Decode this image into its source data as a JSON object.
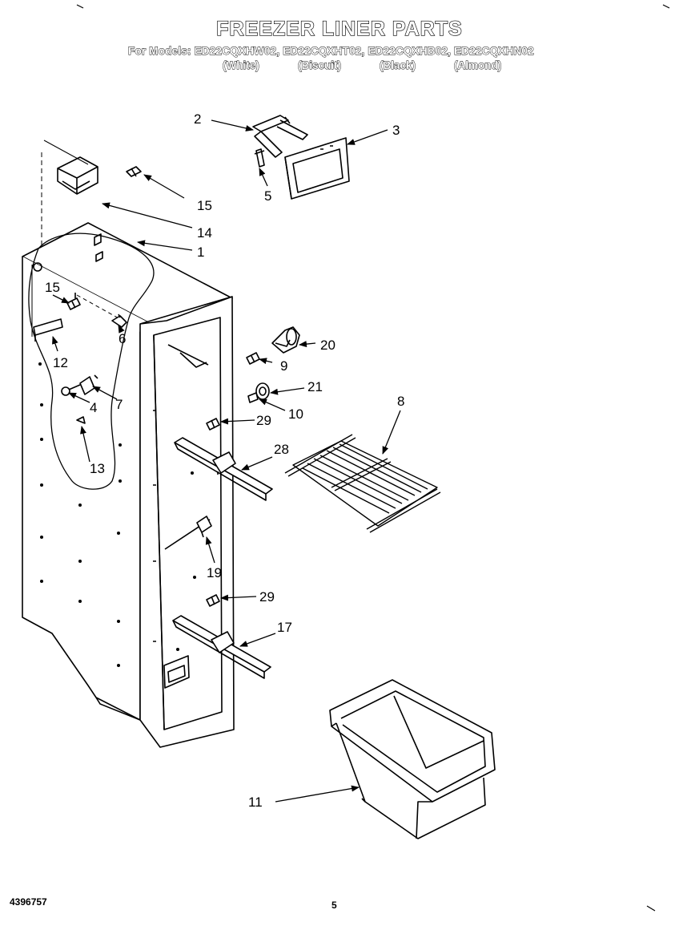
{
  "header": {
    "title": "FREEZER LINER PARTS",
    "models_line": "For Models: ED22CQXHW02, ED22CQXHT02, ED22CQXHB02, ED22CQXHN02",
    "colors": [
      "(White)",
      "(Biscuit)",
      "(Black)",
      "(Almond)"
    ]
  },
  "callouts": {
    "c1": "1",
    "c2": "2",
    "c3": "3",
    "c4": "4",
    "c5": "5",
    "c6": "6",
    "c7": "7",
    "c8": "8",
    "c9": "9",
    "c10": "10",
    "c11": "11",
    "c12": "12",
    "c13": "13",
    "c14": "14",
    "c15a": "15",
    "c15b": "15",
    "c17": "17",
    "c19": "19",
    "c20": "20",
    "c21": "21",
    "c28": "28",
    "c29a": "29",
    "c29b": "29"
  },
  "footer": {
    "part_number": "4396757",
    "page_number": "5"
  }
}
